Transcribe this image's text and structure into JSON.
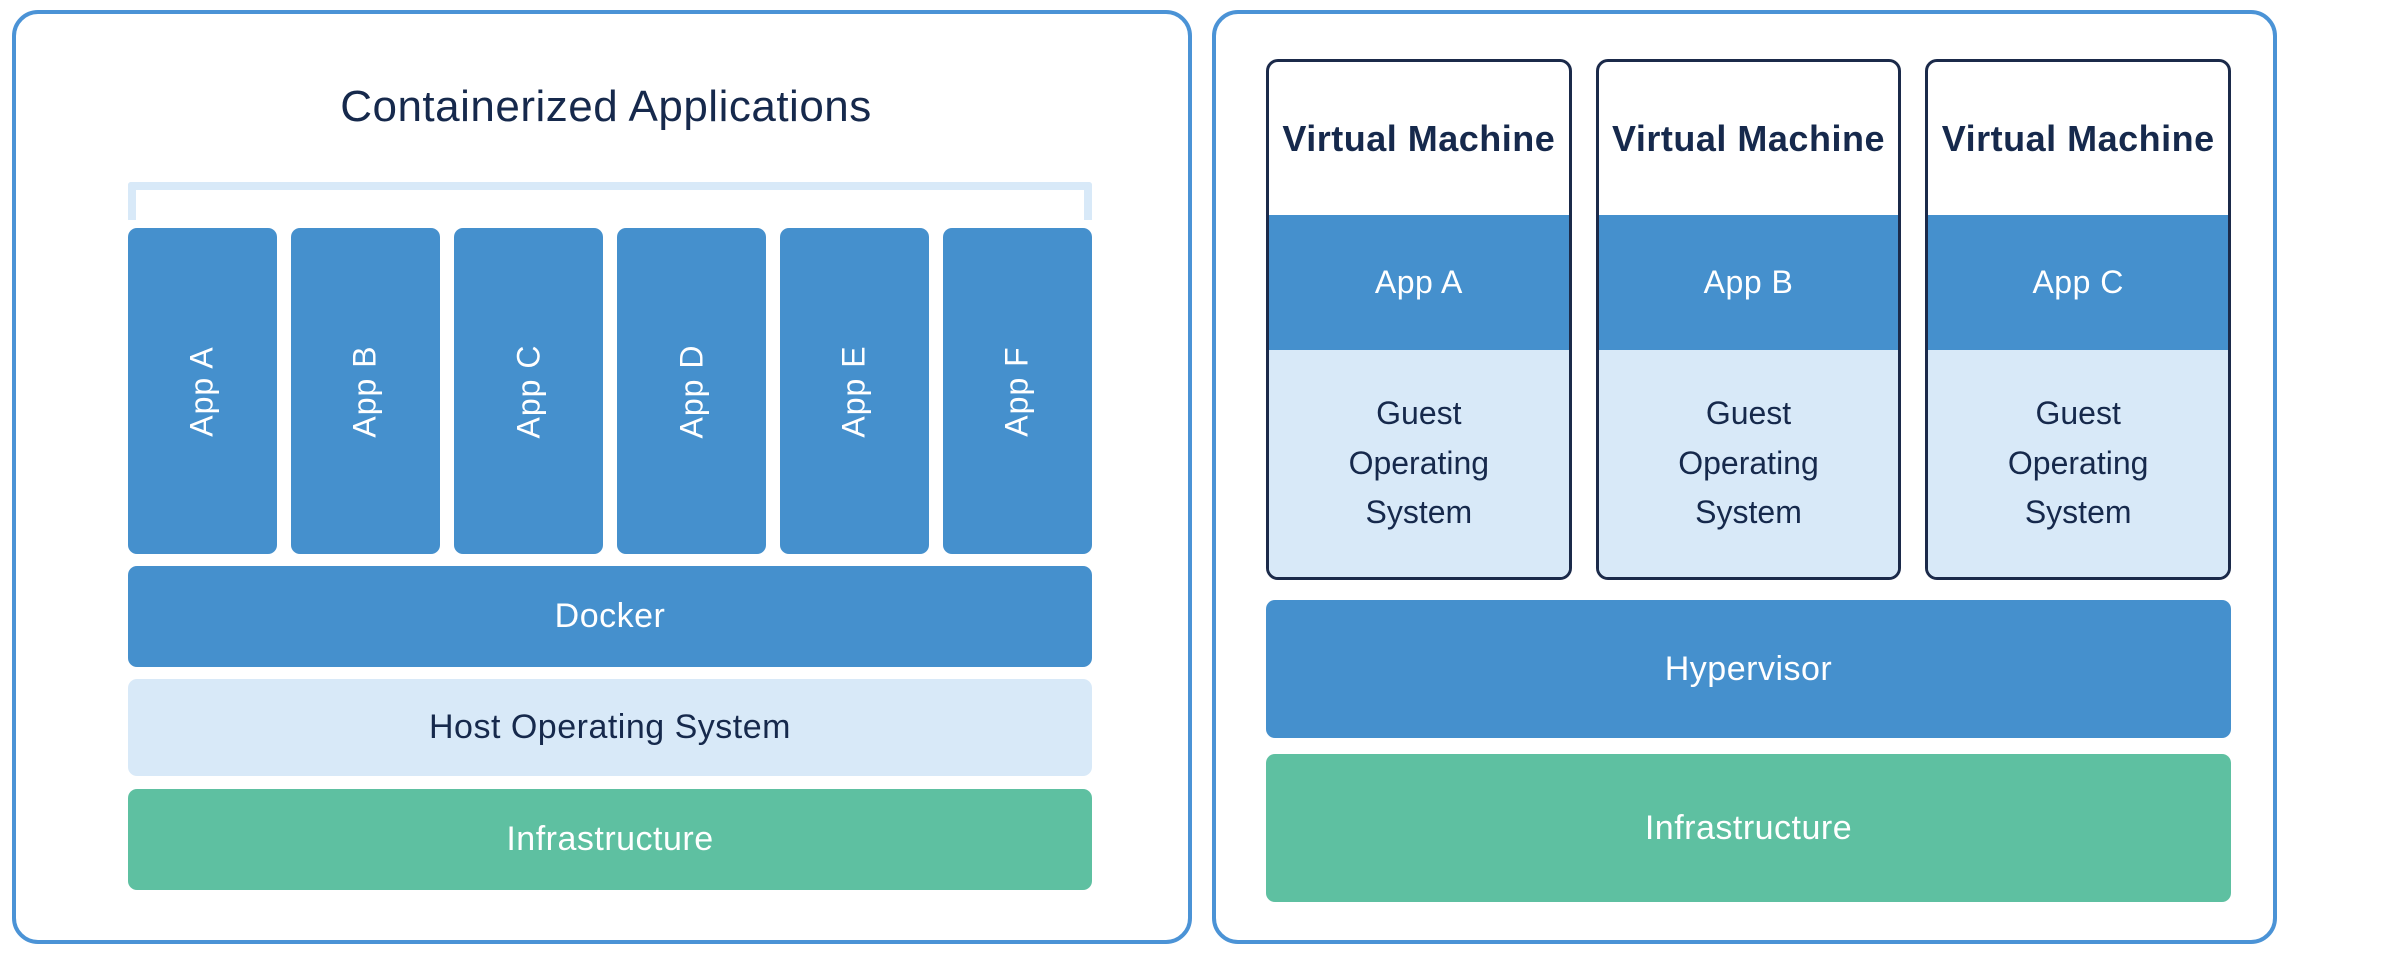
{
  "left_panel": {
    "title": "Containerized Applications",
    "apps": [
      "App A",
      "App B",
      "App C",
      "App D",
      "App E",
      "App F"
    ],
    "layers": [
      {
        "label": "Docker",
        "style": "blue"
      },
      {
        "label": "Host Operating System",
        "style": "light-blue"
      },
      {
        "label": "Infrastructure",
        "style": "green"
      }
    ]
  },
  "right_panel": {
    "vms": [
      {
        "title": "Virtual Machine",
        "app": "App A",
        "os": "Guest Operating System"
      },
      {
        "title": "Virtual Machine",
        "app": "App B",
        "os": "Guest Operating System"
      },
      {
        "title": "Virtual Machine",
        "app": "App C",
        "os": "Guest Operating System"
      }
    ],
    "layers": [
      {
        "label": "Hypervisor",
        "style": "blue"
      },
      {
        "label": "Infrastructure",
        "style": "green"
      }
    ]
  },
  "colors": {
    "panel_border": "#4b93d6",
    "box_blue": "#4590cd",
    "box_light_blue": "#d8e9f8",
    "box_green": "#5ec0a1",
    "text_navy": "#16294c",
    "text_white": "#ffffff",
    "vm_card_border": "#1b2a4a"
  }
}
